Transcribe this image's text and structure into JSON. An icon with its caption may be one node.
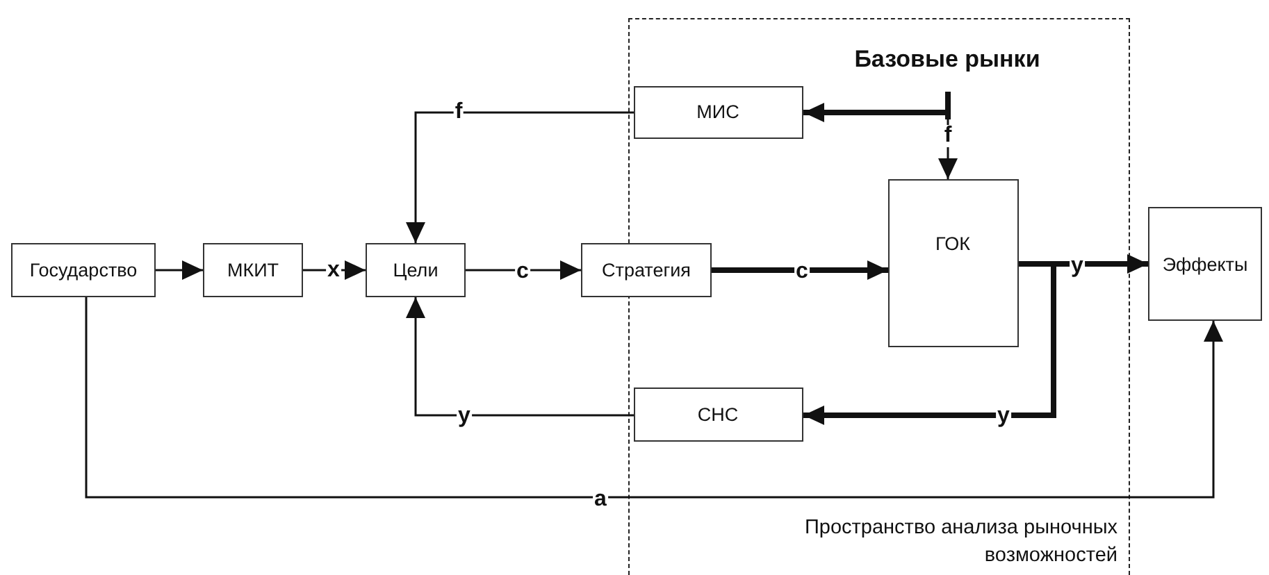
{
  "diagram": {
    "nodes": [
      {
        "text": [
          "Пространство анализа рыночных возможностей"
        ]
      },
      {
        "text": [
          "Государство"
        ]
      },
      {
        "text": [
          "МКИТ"
        ]
      },
      {
        "text": [
          "Цели"
        ]
      },
      {
        "text": [
          "Стратегия"
        ]
      },
      {
        "text": [
          "Базовые рынки"
        ],
        "in": 0
      },
      {
        "text": [
          "МИС"
        ],
        "in": 0
      },
      {
        "text": [
          "ГОК"
        ],
        "in": 0
      },
      {
        "text": [
          "СНС"
        ],
        "in": 0
      },
      {
        "text": [
          "Эффекты"
        ]
      }
    ],
    "edges": [
      {
        "from": 1,
        "to": 2,
        "arrow": "to"
      },
      {
        "from": 2,
        "to": 3,
        "arrow": "to",
        "label": "x"
      },
      {
        "from": 3,
        "to": 4,
        "arrow": "to",
        "label": "c"
      },
      {
        "from": 4,
        "to": 7,
        "arrow": "to",
        "label": "c",
        "style": "thick"
      },
      {
        "from": 5,
        "to": 6,
        "arrow": "to",
        "style": "thick"
      },
      {
        "from": 5,
        "to": 7,
        "arrow": "to",
        "label": "f"
      },
      {
        "from": 6,
        "to": 3,
        "arrow": "to",
        "label": "f"
      },
      {
        "from": 7,
        "to": 9,
        "arrow": "to",
        "label": "y",
        "style": "thick"
      },
      {
        "from": 7,
        "to": 8,
        "arrow": "to",
        "label": "y",
        "style": "thick"
      },
      {
        "from": 8,
        "to": 3,
        "arrow": "to",
        "label": "y"
      },
      {
        "from": 1,
        "to": 9,
        "arrow": "to",
        "label": "a"
      }
    ]
  }
}
